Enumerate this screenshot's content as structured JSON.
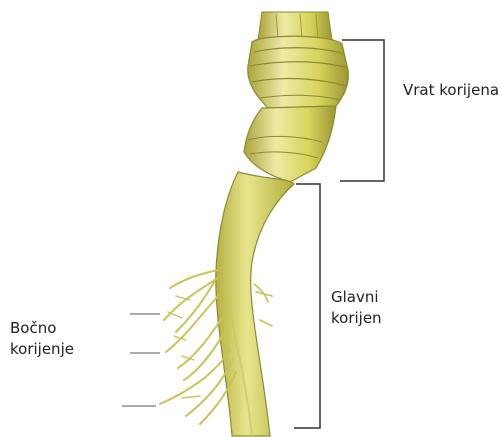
{
  "diagram": {
    "labels": {
      "root_neck": "Vrat korijena",
      "main_root_line1": "Glavni",
      "main_root_line2": "korijen",
      "lateral_roots_line1": "Bočno",
      "lateral_roots_line2": "korijenje"
    },
    "colors": {
      "root_yellow": "#d8d45c",
      "root_shadow": "#a9a43a",
      "root_highlight": "#eeeaa6",
      "outline": "#8d8a36",
      "bracket": "#333333",
      "pointer": "#777777"
    }
  }
}
